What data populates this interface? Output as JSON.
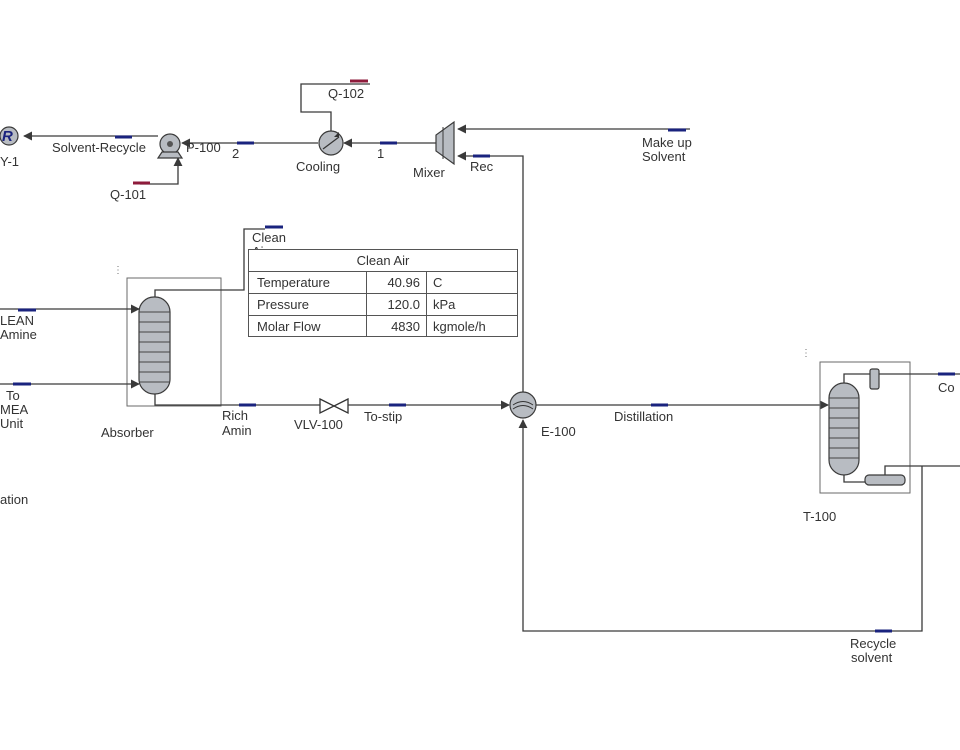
{
  "streams": {
    "y1": "Y-1",
    "recycle_icon": "R",
    "solvent_recycle": "Solvent-Recycle",
    "p100": "P-100",
    "s2": "2",
    "q101": "Q-101",
    "q102": "Q-102",
    "cooling": "Cooling",
    "s1": "1",
    "mixer": "Mixer",
    "rec": "Rec",
    "makeup_l1": "Make up",
    "makeup_l2": "Solvent",
    "clean_air_l1": "Clean",
    "clean_air_l2": "Air",
    "lean_l1": "LEAN",
    "lean_l2": "Amine",
    "to_l1": "To",
    "to_l2": "MEA",
    "to_l3": "Unit",
    "ation": "ation",
    "absorber": "Absorber",
    "rich_l1": "Rich",
    "rich_l2": "Amin",
    "vlv100": "VLV-100",
    "to_stip": "To-stip",
    "e100": "E-100",
    "distillation": "Distillation",
    "t100": "T-100",
    "co": "Co",
    "recycle_l1": "Recycle",
    "recycle_l2": "solvent"
  },
  "table": {
    "title": "Clean Air",
    "rows": [
      {
        "name": "Temperature",
        "value": "40.96",
        "unit": "C"
      },
      {
        "name": "Pressure",
        "value": "120.0",
        "unit": "kPa"
      },
      {
        "name": "Molar Flow",
        "value": "4830",
        "unit": "kgmole/h"
      }
    ]
  },
  "colors": {
    "material_stream": "#1a237e",
    "energy_stream": "#8e1b3b",
    "equipment_fill": "#b8bcc2"
  }
}
